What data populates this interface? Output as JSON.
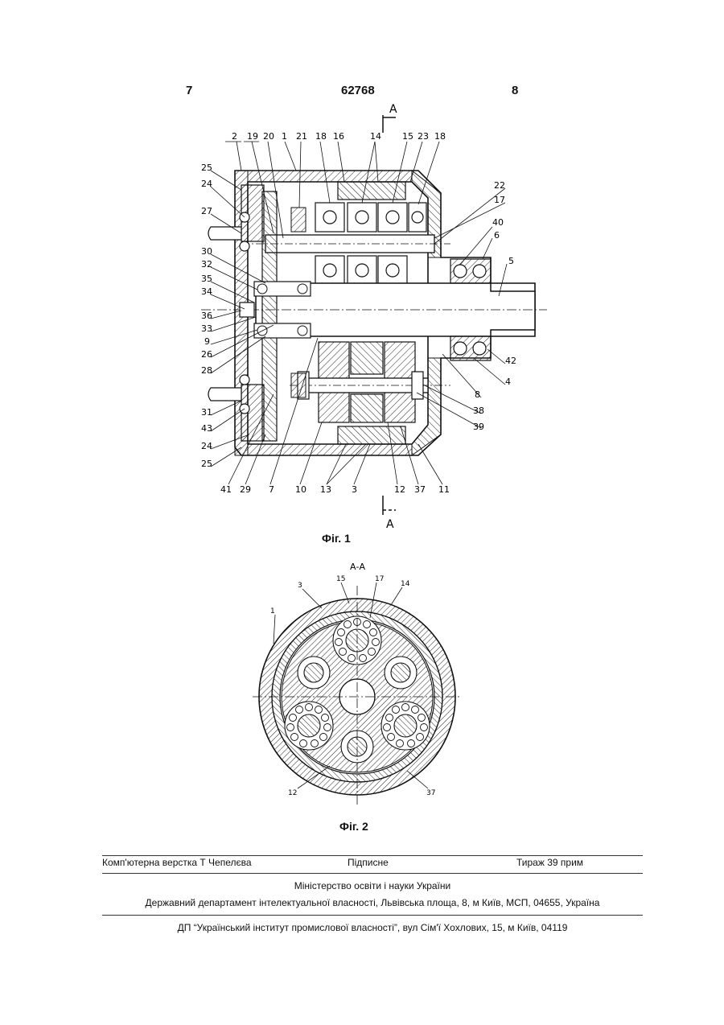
{
  "header": {
    "page_left": "7",
    "patent_number": "62768",
    "page_right": "8"
  },
  "fig1": {
    "caption": "Фіг. 1",
    "section_label": "А",
    "labels_top": [
      "2",
      "19",
      "20",
      "1",
      "21",
      "18",
      "16",
      "14",
      "15",
      "23",
      "18"
    ],
    "labels_left": [
      "25",
      "24",
      "27",
      "30",
      "32",
      "35",
      "34",
      "36",
      "33",
      "9",
      "26",
      "28",
      "31",
      "43",
      "24",
      "25"
    ],
    "labels_right": [
      "22",
      "17",
      "40",
      "6",
      "5",
      "42",
      "4",
      "8",
      "38",
      "39"
    ],
    "labels_bottom": [
      "41",
      "29",
      "7",
      "10",
      "13",
      "3",
      "12",
      "37",
      "11"
    ]
  },
  "fig2": {
    "caption": "Фіг. 2",
    "section_label": "А-А",
    "labels": [
      "3",
      "15",
      "17",
      "14",
      "1",
      "12",
      "37"
    ]
  },
  "footer": {
    "typesetting": "Комп'ютерна верстка Т  Чепелєва",
    "signature": "Підписне",
    "circulation": "Тираж 39 прим",
    "ministry": "Міністерство освіти і науки України",
    "department": "Державний департамент інтелектуальної власності, Львівська площа, 8, м  Київ, МСП, 04655, Україна",
    "institute": "ДП “Український інститут промислової власності”, вул  Сім'ї Хохлових, 15, м  Київ, 04119"
  }
}
